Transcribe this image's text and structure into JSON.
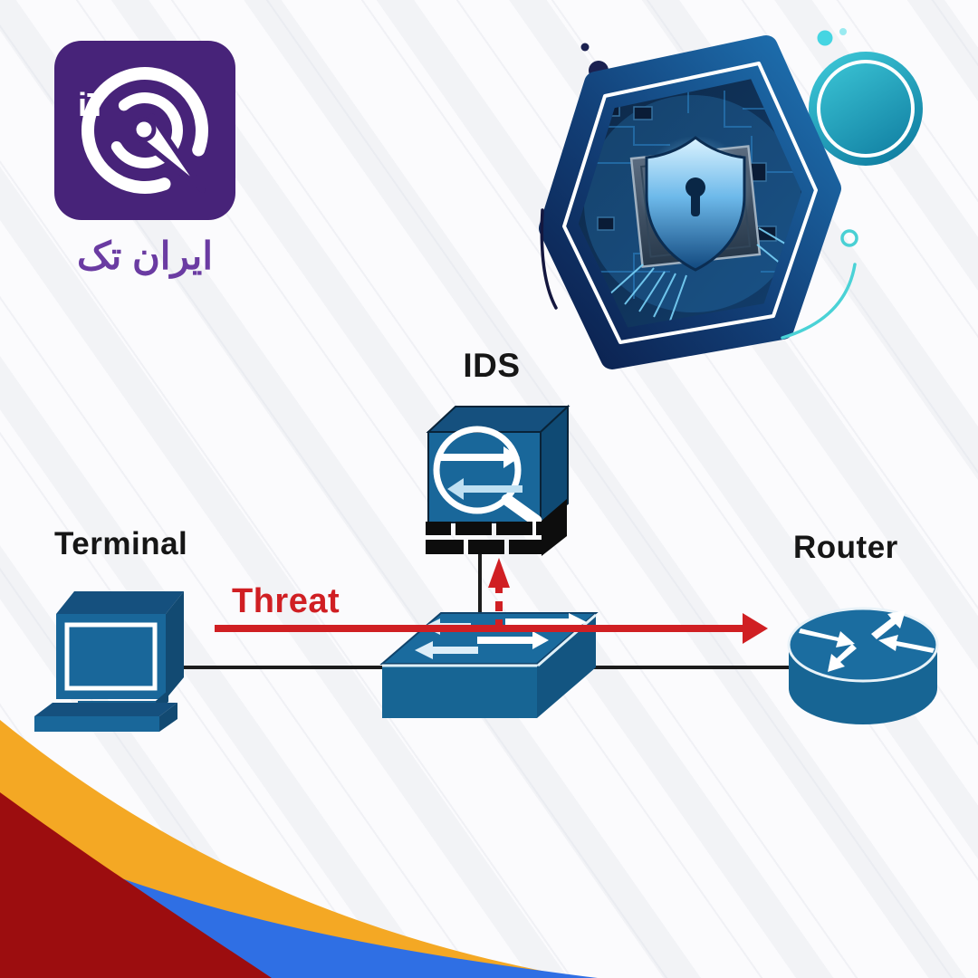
{
  "brand": {
    "monogram": "iT",
    "name_fa": "ایران تک",
    "logo_purple": "#472379",
    "name_purple": "#6a3ba2"
  },
  "hero": {
    "icon": "shield-lock-circuit-photo",
    "frame_navy": "#0c2150",
    "frame_blue": "#1d6fae",
    "blob_teal": "#2fb9c9"
  },
  "diagram": {
    "labels": {
      "ids": "IDS",
      "terminal": "Terminal",
      "router": "Router",
      "threat": "Threat"
    },
    "icons": {
      "terminal": "computer-terminal-icon",
      "switch": "network-switch-icon",
      "router": "router-icon",
      "ids": "ids-sensor-magnifier-firewall-icon"
    },
    "colors": {
      "node_blue": "#19679a",
      "node_blue_dark": "#134e7c",
      "threat_red": "#d01f23",
      "link_black": "#1c1c1c"
    },
    "connections": [
      "terminal—switch",
      "switch—router",
      "switch—ids"
    ],
    "threat_flow": {
      "from": "terminal",
      "through": "switch",
      "toward": "router",
      "alert_to": "ids"
    }
  },
  "footer_wave_colors": {
    "yellow": "#f4a824",
    "blue": "#2f6fe4",
    "red": "#9c0d0f"
  }
}
